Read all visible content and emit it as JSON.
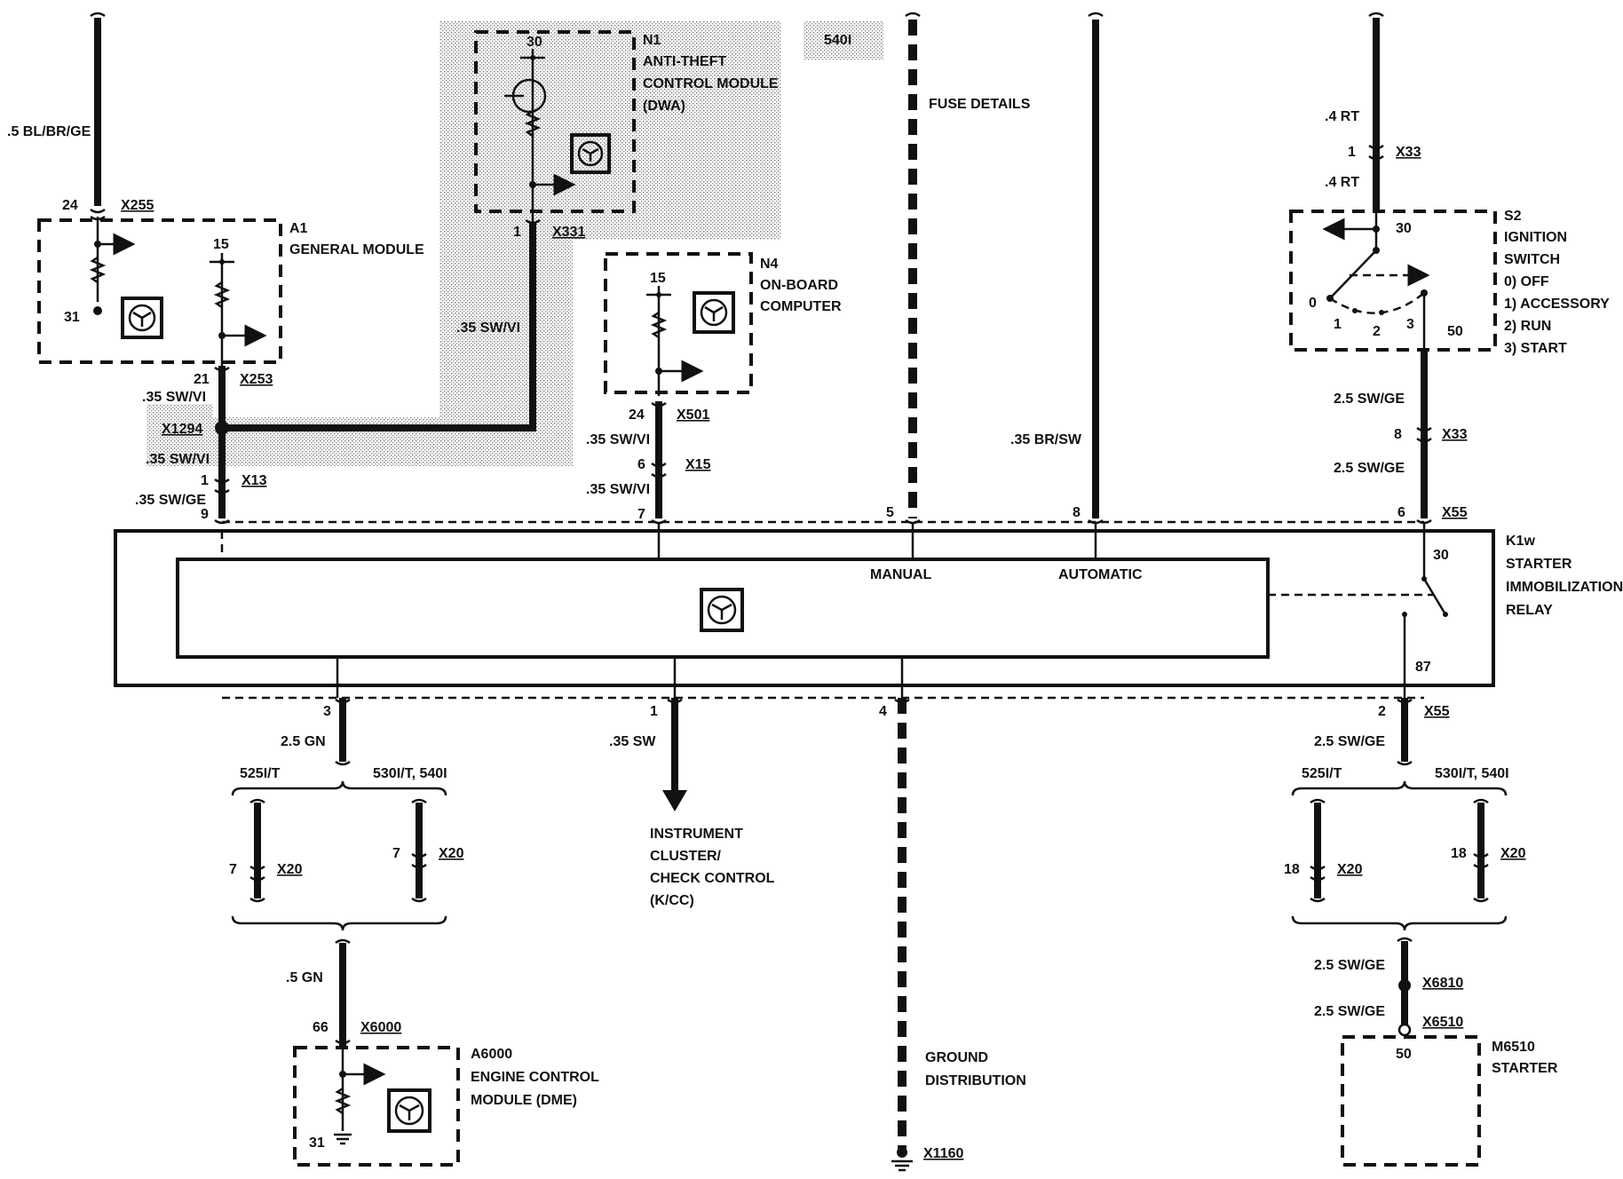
{
  "diagram": {
    "shaded_variant": "540I",
    "fuse_details": "FUSE DETAILS",
    "a1": {
      "id": "A1",
      "name": "GENERAL MODULE",
      "pin_15": "15",
      "pin_31": "31",
      "pin_24": "24",
      "pin_21": "21",
      "conn_top": "X255",
      "conn_bottom": "X253",
      "wire_in": ".5 BL/BR/GE"
    },
    "n1": {
      "id": "N1",
      "name_line1": "ANTI-THEFT",
      "name_line2": "CONTROL MODULE",
      "name_line3": "(DWA)",
      "pin_30": "30",
      "pin_1": "1",
      "conn": "X331",
      "wire": ".35 SW/VI"
    },
    "n4": {
      "id": "N4",
      "name_line1": "ON-BOARD",
      "name_line2": "COMPUTER",
      "pin_15": "15",
      "pin_24": "24",
      "conn": "X501",
      "wire_a": ".35 SW/VI",
      "pin_6": "6",
      "conn_b": "X15",
      "wire_b": ".35 SW/VI",
      "pin_7": "7"
    },
    "splice": {
      "id": "X1294",
      "wire_above": ".35 SW/VI",
      "wire_below": ".35 SW/VI",
      "pin_1": "1",
      "conn": "X13",
      "wire_low": ".35 SW/GE",
      "pin_9": "9"
    },
    "s2": {
      "id": "S2",
      "name_line1": "IGNITION",
      "name_line2": "SWITCH",
      "pos0": "0)   OFF",
      "pos1": "1)   ACCESSORY",
      "pos2": "2)   RUN",
      "pos3": "3)   START",
      "pin_30": "30",
      "pin_0": "0",
      "pin_1": "1",
      "pin_2": "2",
      "pin_3": "3",
      "pin_50": "50",
      "wire_top": ".4 RT",
      "wire_mid": ".4 RT",
      "conn_top": "X33",
      "pin_top": "1",
      "wire_out": "2.5 SW/GE",
      "pin_8": "8",
      "conn_8": "X33",
      "wire_out2": "2.5 SW/GE",
      "pin_6": "6",
      "conn_6": "X55"
    },
    "k1w": {
      "id": "K1w",
      "name_line1": "STARTER",
      "name_line2": "IMMOBILIZATION",
      "name_line3": "RELAY",
      "manual": "MANUAL",
      "automatic": "AUTOMATIC",
      "pin_30": "30",
      "pin_87": "87",
      "pin_5": "5",
      "pin_8": "8",
      "pin_3": "3",
      "pin_1": "1",
      "pin_4": "4",
      "pin_2": "2",
      "conn_2": "X55",
      "wire_8": ".35 BR/SW"
    },
    "left_branch": {
      "wire_top": "2.5 GN",
      "variant_a": "525I/T",
      "variant_b": "530I/T, 540I",
      "pin_7a": "7",
      "pin_7b": "7",
      "conn_a": "X20",
      "conn_b": "X20",
      "wire_bottom": ".5 GN",
      "pin_66": "66",
      "conn_bottom": "X6000"
    },
    "a6000": {
      "id": "A6000",
      "name_line1": "ENGINE CONTROL",
      "name_line2": "MODULE (DME)",
      "pin_31": "31"
    },
    "instrument": {
      "wire": ".35 SW",
      "line1": "INSTRUMENT",
      "line2": "CLUSTER/",
      "line3": "CHECK CONTROL",
      "line4": "(K/CC)"
    },
    "ground": {
      "line1": "GROUND",
      "line2": "DISTRIBUTION",
      "conn": "X1160"
    },
    "right_branch": {
      "wire_top": "2.5 SW/GE",
      "variant_a": "525I/T",
      "variant_b": "530I/T, 540I",
      "pin_18a": "18",
      "pin_18b": "18",
      "conn_a": "X20",
      "conn_b": "X20",
      "wire_mid": "2.5 SW/GE",
      "conn_mid": "X6810",
      "wire_low": "2.5 SW/GE",
      "conn_low": "X6510"
    },
    "m6510": {
      "id": "M6510",
      "name": "STARTER",
      "pin_50": "50"
    }
  }
}
